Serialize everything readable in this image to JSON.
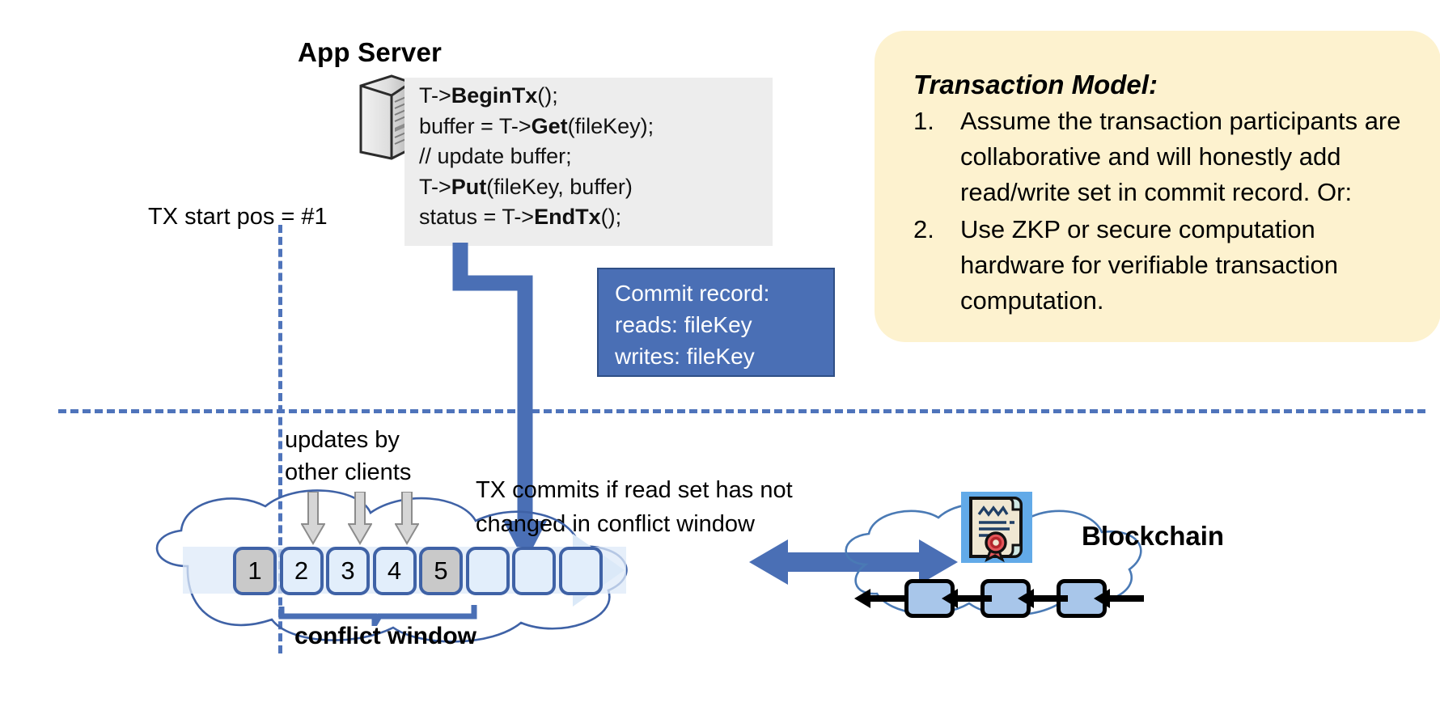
{
  "diagram": {
    "app_server": {
      "title": "App Server",
      "icon": "server-tower-icon",
      "code_lines": [
        {
          "plain_pre": "T->",
          "bold": "BeginTx",
          "plain_post": "();"
        },
        {
          "plain_pre": "buffer = T->",
          "bold": "Get",
          "plain_post": "(fileKey);"
        },
        {
          "plain_pre": "// update buffer;",
          "bold": "",
          "plain_post": ""
        },
        {
          "plain_pre": "T->",
          "bold": "Put",
          "plain_post": "(fileKey, buffer)"
        },
        {
          "plain_pre": "status = T->",
          "bold": "EndTx",
          "plain_post": "();"
        }
      ]
    },
    "tx_start_label": "TX start pos = #1",
    "commit_record": {
      "title": "Commit record:",
      "reads": "reads: fileKey",
      "writes": "writes: fileKey"
    },
    "transaction_model": {
      "title": "Transaction Model:",
      "items": [
        {
          "num": "1.",
          "text": "Assume the transaction participants are collaborative and will honestly add read/write set in commit record.  Or:"
        },
        {
          "num": "2.",
          "text": "Use ZKP or secure computation hardware for verifiable transaction computation."
        }
      ]
    },
    "updates_label": "updates by\nother clients",
    "updates_label_line1": "updates by",
    "updates_label_line2": "other clients",
    "tx_commits_label_line1": "TX commits if read set has not",
    "tx_commits_label_line2": "changed in conflict window",
    "conflict_window_label": "conflict window",
    "ledger": {
      "blocks": [
        {
          "label": "1",
          "state": "filled"
        },
        {
          "label": "2",
          "state": "empty"
        },
        {
          "label": "3",
          "state": "empty"
        },
        {
          "label": "4",
          "state": "empty"
        },
        {
          "label": "5",
          "state": "filled"
        },
        {
          "label": "",
          "state": "empty"
        },
        {
          "label": "",
          "state": "empty"
        },
        {
          "label": "",
          "state": "empty"
        }
      ],
      "gray_arrow_count": 3
    },
    "blockchain": {
      "label": "Blockchain",
      "cert_icon": "certificate-seal-icon",
      "block_count": 3
    },
    "colors": {
      "accent_blue": "#4a6fb5",
      "dash_blue": "#4f74bb",
      "callout_yellow": "#fdf2cf",
      "code_bg": "#ededed",
      "block_fill": "#e2eefb",
      "block_filled": "#c9c9c9",
      "block_border": "#3f62a6",
      "bc_block": "#a8c6ea"
    }
  }
}
